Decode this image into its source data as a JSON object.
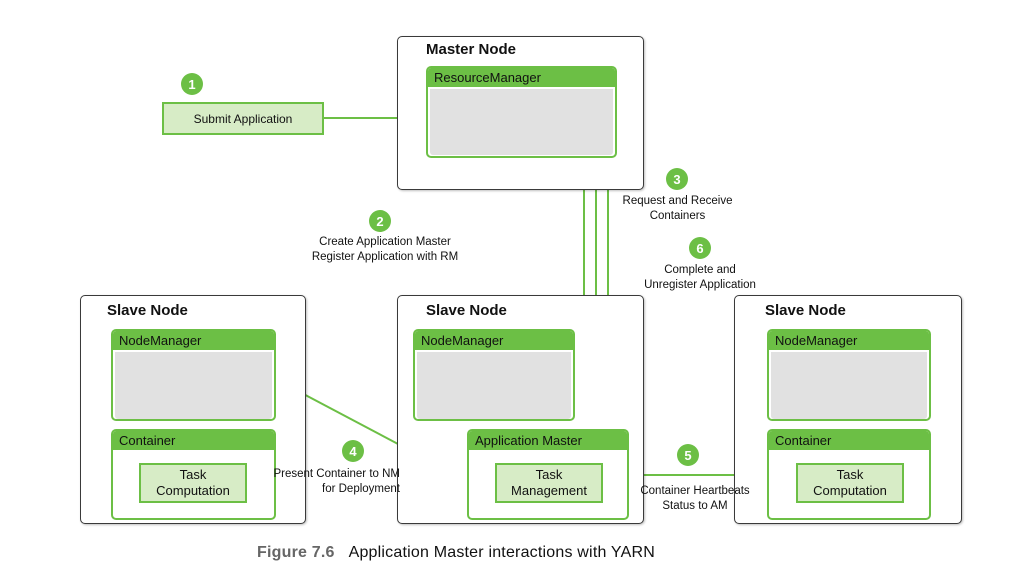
{
  "master_node": {
    "title": "Master Node",
    "component": "ResourceManager"
  },
  "submit": {
    "label": "Submit Application"
  },
  "slave_left": {
    "title": "Slave Node",
    "node_manager": "NodeManager",
    "container": "Container",
    "task": "Task\nComputation"
  },
  "slave_middle": {
    "title": "Slave Node",
    "node_manager": "NodeManager",
    "app_master": "Application Master",
    "task": "Task\nManagement"
  },
  "slave_right": {
    "title": "Slave Node",
    "node_manager": "NodeManager",
    "container": "Container",
    "task": "Task\nComputation"
  },
  "steps": [
    {
      "num": "1"
    },
    {
      "num": "2",
      "text": "Create Application Master\nRegister Application with RM"
    },
    {
      "num": "3",
      "text": "Request and Receive\nContainers"
    },
    {
      "num": "4",
      "text": "Present Container to NM\nfor Deployment"
    },
    {
      "num": "5",
      "text": "Container Heartbeats\nStatus to AM"
    },
    {
      "num": "6",
      "text": "Complete and\nUnregister Application"
    }
  ],
  "caption": {
    "figure": "Figure 7.6",
    "text": "Application Master interactions with YARN"
  },
  "colors": {
    "accent": "#6cbf45",
    "light_green": "#d7ecc6",
    "body_gray": "#e1e1e1"
  }
}
